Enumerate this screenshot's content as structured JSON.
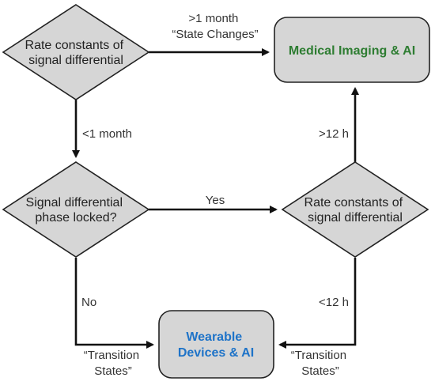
{
  "nodes": {
    "decision_top": {
      "line1": "Rate constants of",
      "line2": "signal differential"
    },
    "decision_mid": {
      "line1": "Signal differential",
      "line2": "phase locked?"
    },
    "decision_right": {
      "line1": "Rate constants of",
      "line2": "signal differential"
    },
    "box_medical": {
      "text": "Medical Imaging & AI"
    },
    "box_wearable": {
      "line1": "Wearable",
      "line2": "Devices & AI"
    }
  },
  "edges": {
    "top_to_medical": {
      "line1": ">1 month",
      "line2": "“State Changes”"
    },
    "top_to_mid": {
      "label": "<1 month"
    },
    "mid_to_right": {
      "label": "Yes"
    },
    "right_to_medical": {
      "label": ">12 h"
    },
    "mid_to_wearable": {
      "label": "No",
      "line1": "“Transition",
      "line2": "States”"
    },
    "right_to_wearable": {
      "label": "<12 h",
      "line1": "“Transition",
      "line2": "States”"
    }
  },
  "colors": {
    "shape_fill": "#d6d6d6",
    "medical_text": "#2e7d32",
    "wearable_text": "#1e73c8"
  }
}
